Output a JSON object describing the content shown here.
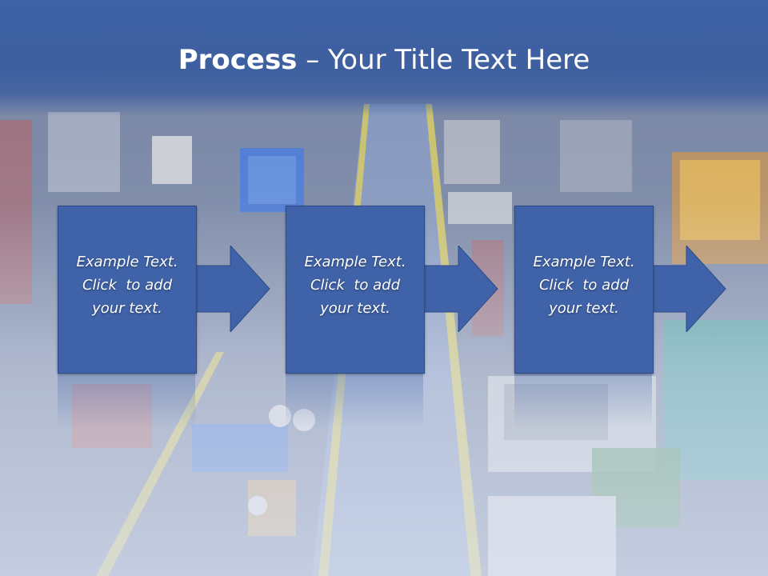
{
  "slide": {
    "title_bold": "Process",
    "title_rest": " – Your Title Text Here"
  },
  "steps": [
    {
      "line1": "Example Text.",
      "line2": "Click  to add",
      "line3": "your text."
    },
    {
      "line1": "Example Text.",
      "line2": "Click  to add",
      "line3": "your text."
    },
    {
      "line1": "Example Text.",
      "line2": "Click  to add",
      "line3": "your text."
    }
  ],
  "colors": {
    "header": "#3f63a7",
    "box": "#3f62a8",
    "text": "#ffffff"
  }
}
